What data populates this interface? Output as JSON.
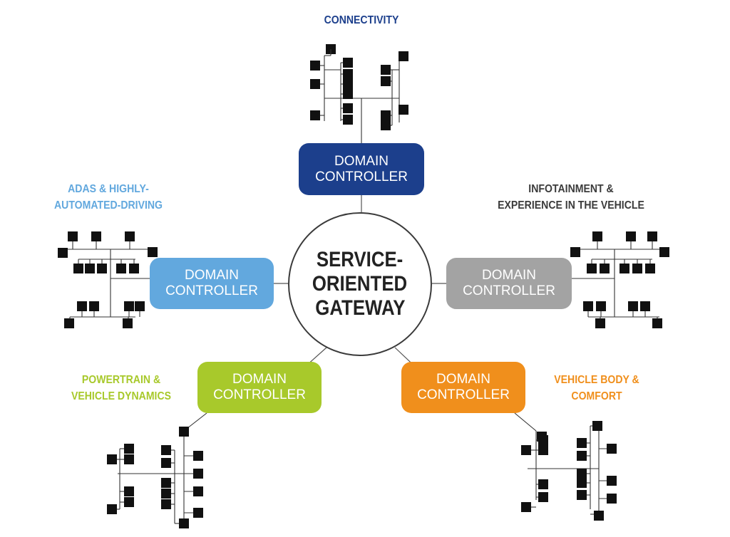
{
  "center": {
    "line1": "SERVICE-",
    "line2": "ORIENTED",
    "line3": "GATEWAY"
  },
  "domains": [
    {
      "id": "connectivity",
      "label": [
        "CONNECTIVITY"
      ],
      "label_color": "#1c3f8c",
      "box_color": "#1c3f8c",
      "controller": [
        "DOMAIN",
        "CONTROLLER"
      ]
    },
    {
      "id": "adas",
      "label": [
        "ADAS & HIGHLY-",
        "AUTOMATED-DRIVING"
      ],
      "label_color": "#62a8de",
      "box_color": "#62a8de",
      "controller": [
        "DOMAIN",
        "CONTROLLER"
      ]
    },
    {
      "id": "infotainment",
      "label": [
        "INFOTAINMENT &",
        "EXPERIENCE IN THE VEHICLE"
      ],
      "label_color": "#3b3b3b",
      "box_color": "#a3a3a3",
      "controller": [
        "DOMAIN",
        "CONTROLLER"
      ]
    },
    {
      "id": "powertrain",
      "label": [
        "POWERTRAIN &",
        "VEHICLE DYNAMICS"
      ],
      "label_color": "#a8c92b",
      "box_color": "#a8c92b",
      "controller": [
        "DOMAIN",
        "CONTROLLER"
      ]
    },
    {
      "id": "body",
      "label": [
        "VEHICLE BODY &",
        "COMFORT"
      ],
      "label_color": "#f08f1c",
      "box_color": "#f08f1c",
      "controller": [
        "DOMAIN",
        "CONTROLLER"
      ]
    }
  ],
  "node_icon": "ecu-square-icon"
}
